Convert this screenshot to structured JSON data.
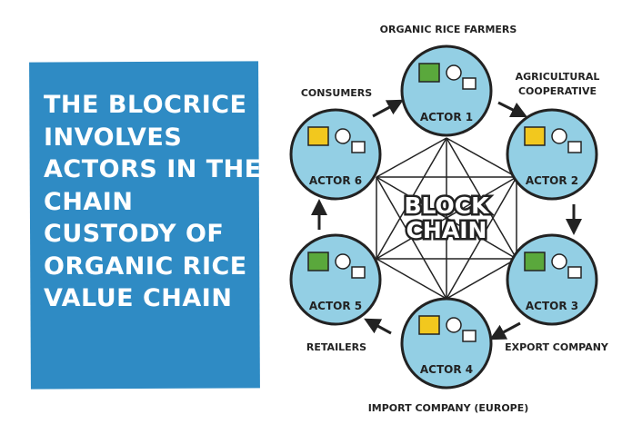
{
  "panel": {
    "text": "THE BLOCRICE INVOLVES ACTORS IN THE CHAIN CUSTODY OF ORGANIC RICE VALUE CHAIN"
  },
  "center": {
    "line1": "BLOCK",
    "line2": "CHAIN"
  },
  "actors": [
    {
      "label": "ACTOR 1",
      "role": "ORGANIC RICE FARMERS"
    },
    {
      "label": "ACTOR 2",
      "role_line1": "AGRICULTURAL",
      "role_line2": "COOPERATIVE"
    },
    {
      "label": "ACTOR 3",
      "role": "EXPORT COMPANY"
    },
    {
      "label": "ACTOR 4",
      "role": "IMPORT COMPANY (EUROPE)"
    },
    {
      "label": "ACTOR 5",
      "role": "RETAILERS"
    },
    {
      "label": "ACTOR 6",
      "role": "CONSUMERS"
    }
  ],
  "colors": {
    "panel": "#2f8bc4",
    "circle": "#93cfe4",
    "outline": "#222222",
    "yellow": "#f2c81e",
    "green": "#5aa83c"
  }
}
